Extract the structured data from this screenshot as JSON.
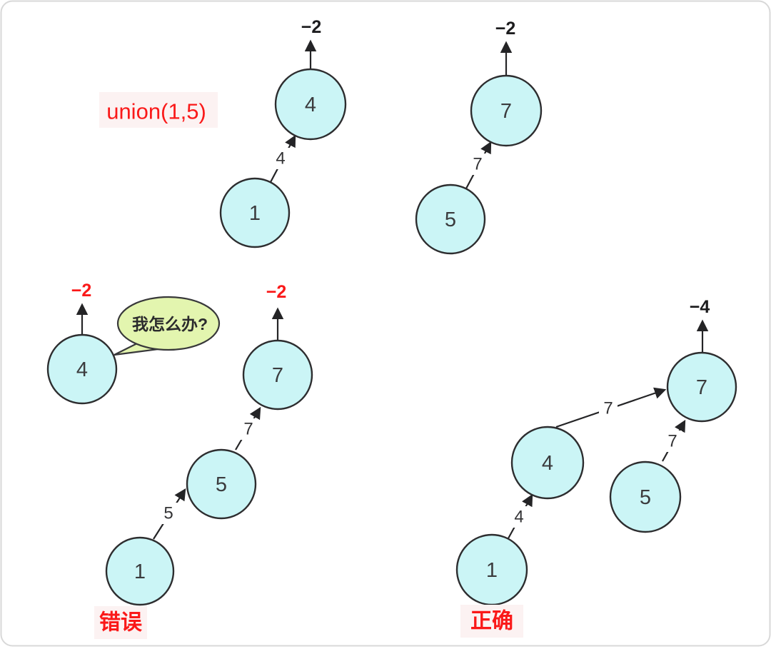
{
  "colors": {
    "node_fill": "#cbf5f6",
    "bubble_fill": "#e3f5af",
    "red": "#fa1919",
    "caption_bg": "#fcf2f2",
    "ink": "#1c1c1e",
    "frame_border": "#d8d8d8"
  },
  "operation": {
    "caption": "union(1,5)"
  },
  "top_left_tree": {
    "root_weight": "−2",
    "root_label": "4",
    "edge_label": "4",
    "child_label": "1"
  },
  "top_right_tree": {
    "root_weight": "−2",
    "root_label": "7",
    "edge_label": "7",
    "child_label": "5"
  },
  "wrong_result": {
    "caption": "错误",
    "orphan_weight": "−2",
    "orphan_label": "4",
    "bubble_text": "我怎么办?",
    "root_weight": "−2",
    "root_label": "7",
    "mid_label": "5",
    "leaf_label": "1",
    "edge_mid_to_root": "7",
    "edge_leaf_to_mid": "5"
  },
  "correct_result": {
    "caption": "正确",
    "root_weight": "−4",
    "root_label": "7",
    "left_child_label": "4",
    "right_child_label": "5",
    "leaf_label": "1",
    "edge_left_to_root": "7",
    "edge_right_to_root": "7",
    "edge_leaf_to_left": "4"
  }
}
